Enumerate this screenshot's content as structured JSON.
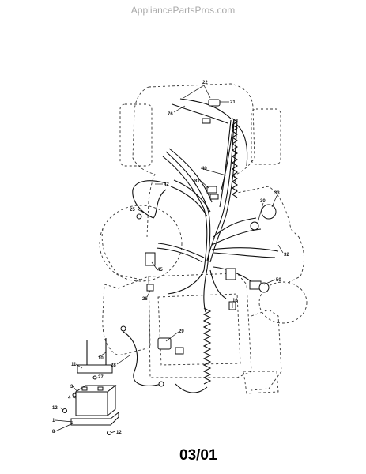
{
  "watermark": "AppliancePartsPros.com",
  "date_code": "03/01",
  "callouts": {
    "c22": "22",
    "c76": "76",
    "c21": "21",
    "c40": "40",
    "c81": "81",
    "c42": "42",
    "c33": "33",
    "c30": "30",
    "c25": "25",
    "c32": "32",
    "c45": "45",
    "c50": "50",
    "c26": "26",
    "c16": "16",
    "c29": "29",
    "c28": "28",
    "c10": "10",
    "c11": "11",
    "c27": "27",
    "c3": "3",
    "c4": "4",
    "c12a": "12",
    "c1": "1",
    "c8": "8",
    "c12b": "12"
  }
}
